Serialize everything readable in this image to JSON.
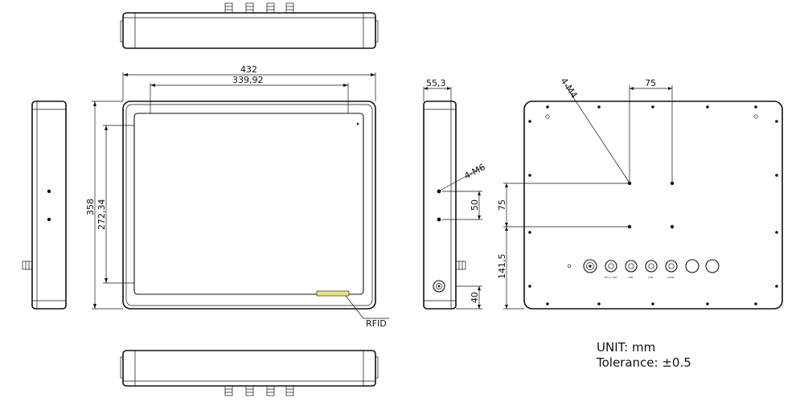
{
  "dimensions": {
    "front_width": "432",
    "screen_width": "339,92",
    "front_height": "358",
    "screen_height": "272,34",
    "depth": "55,3",
    "side_hole_spacing": "50",
    "side_bottom_offset": "40",
    "rear_hole_spacing": "75",
    "rear_bottom_offset": "141,5"
  },
  "callouts": {
    "rfid": "RFID",
    "side_holes": "4-M6",
    "rear_holes": "4-M4"
  },
  "connectors": [
    "DC 9~36V",
    "USB",
    "LAN",
    "COM1"
  ],
  "notes": {
    "unit": "UNIT: mm",
    "tolerance": "Tolerance: ±0.5"
  },
  "colors": {
    "line": "#111111",
    "rfid_strip": "#e8e27a",
    "background": "#ffffff"
  }
}
